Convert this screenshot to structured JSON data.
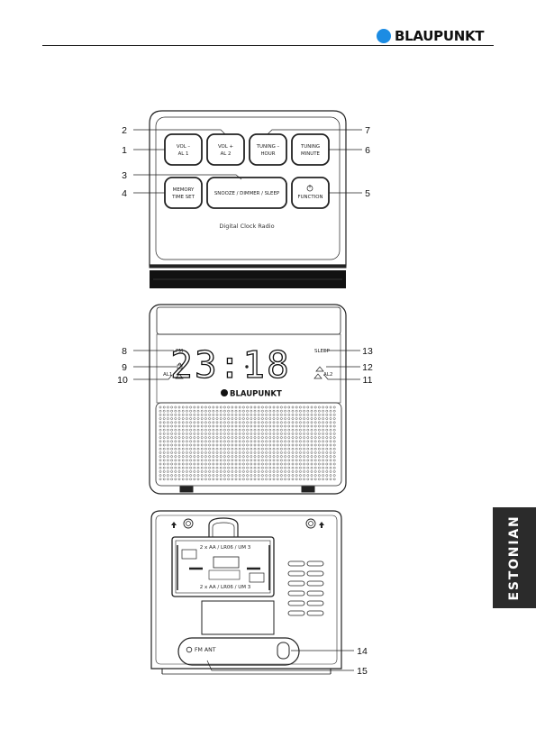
{
  "header": {
    "brand": "BLAUPUNKT"
  },
  "side_tab": {
    "label": "ESTONIAN"
  },
  "front": {
    "buttons": {
      "vol_minus": [
        "VOL –",
        "AL 1"
      ],
      "vol_plus": [
        "VOL +",
        "AL 2"
      ],
      "tuning_hour": [
        "TUNING –",
        "HOUR"
      ],
      "tuning_minute": [
        "TUNING",
        "MINUTE"
      ],
      "memory": [
        "MEMORY",
        "TIME SET"
      ],
      "snooze": "SNOOZE / DIMMER / SLEEP",
      "function": "FUNCTION"
    },
    "caption": "Digital Clock Radio"
  },
  "display": {
    "time": "23:18",
    "pm": "PM",
    "sleep": "SLEEP",
    "al1": "AL1",
    "al2": "AL2",
    "brand": "BLAUPUNKT"
  },
  "back": {
    "battery_label_top": "2 x AA / LR06 / UM 3",
    "battery_label_bottom": "2 x AA / LR06 / UM 3",
    "fm_ant": "FM ANT"
  },
  "callouts": [
    "1",
    "2",
    "3",
    "4",
    "5",
    "6",
    "7",
    "8",
    "9",
    "10",
    "11",
    "12",
    "13",
    "14",
    "15"
  ]
}
